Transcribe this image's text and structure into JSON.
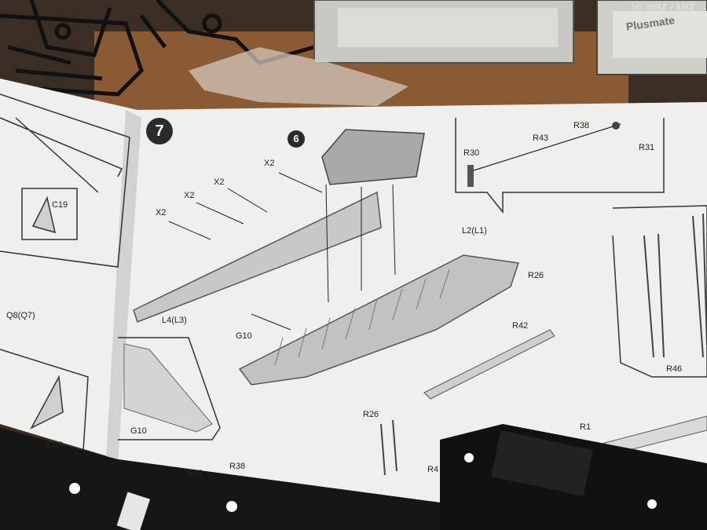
{
  "photo_description_labels": {
    "copyright": "(c) WMZ / SMZ",
    "brand": "Plusmate",
    "step_number": "7",
    "sub_step": "6"
  },
  "part_labels": {
    "c19": "C19",
    "q8": "Q8(Q7)",
    "c28": "C28",
    "x2_a": "X2",
    "x2_b": "X2",
    "x2_c": "X2",
    "x2_d": "X2",
    "l4": "L4(L3)",
    "g10_a": "G10",
    "g10_b": "G10",
    "r38_top": "R38",
    "r43": "R43",
    "r30": "R30",
    "r31": "R31",
    "l2": "L2(L1)",
    "r26_a": "R26",
    "r42": "R42",
    "r46": "R46",
    "r26_b": "R26",
    "r1": "R1",
    "r38_bottom": "R38",
    "r4": "R4",
    "r43_bottom": "R43"
  }
}
